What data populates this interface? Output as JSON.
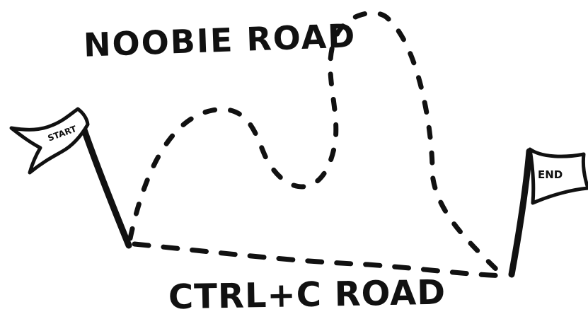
{
  "routes": {
    "top_label": "NOOBIE ROAD",
    "bottom_label": "CTRL+C ROAD"
  },
  "flags": {
    "start_label": "START",
    "end_label": "END"
  },
  "colors": {
    "ink": "#111111",
    "background": "#ffffff"
  }
}
